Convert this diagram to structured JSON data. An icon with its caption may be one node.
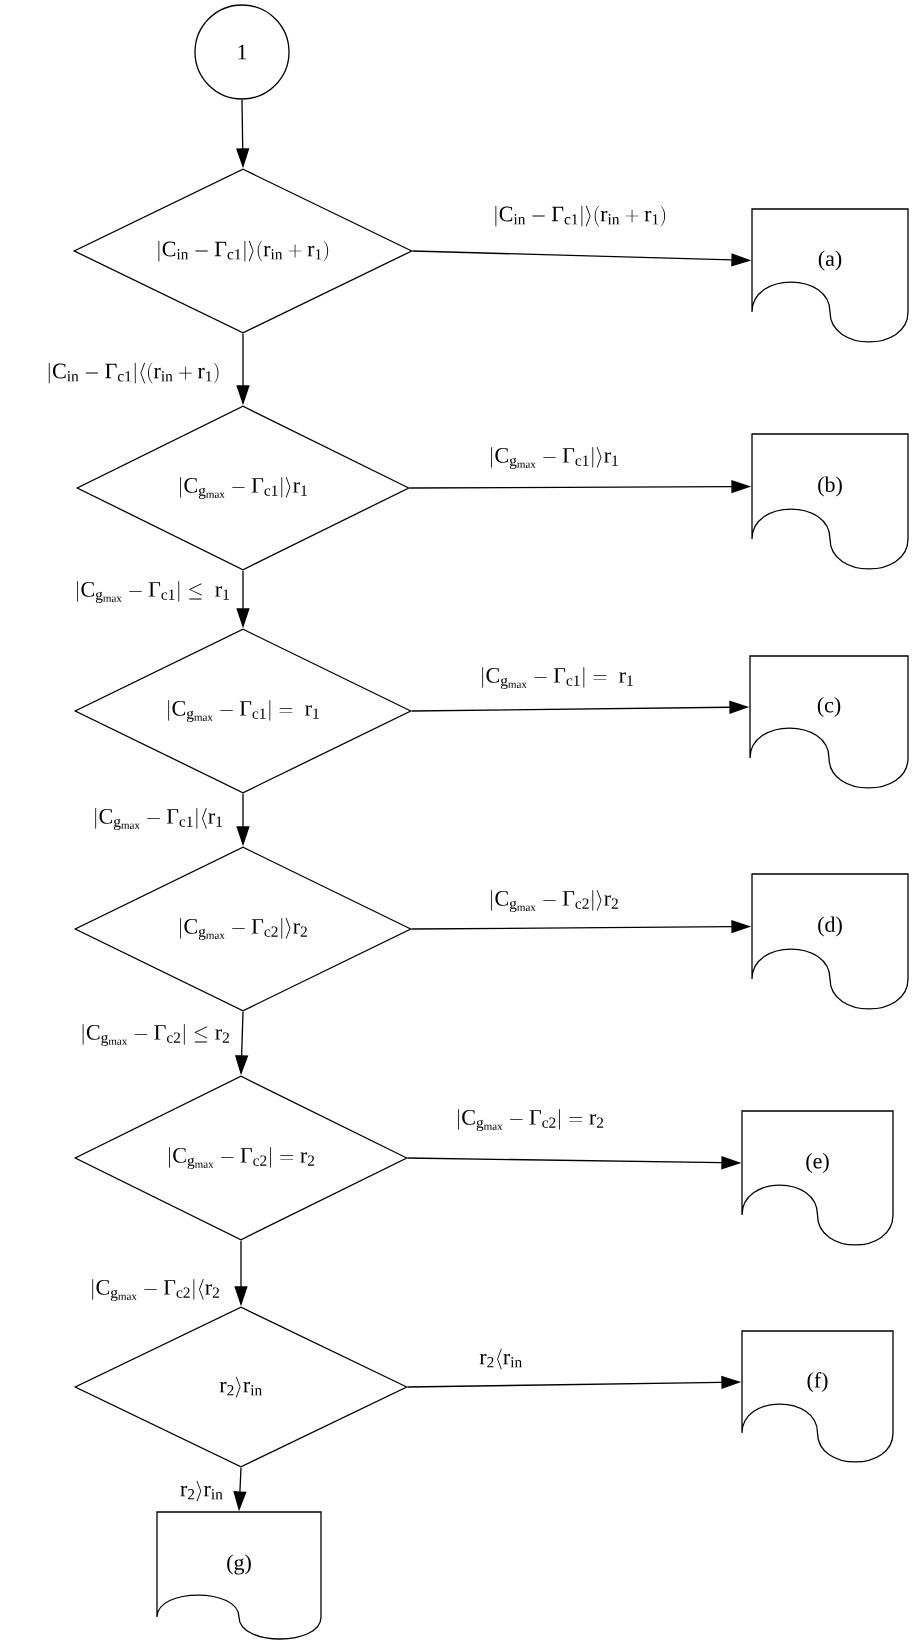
{
  "diagram": {
    "nodes": [
      {
        "text": [
          "1"
        ]
      },
      {
        "text": [
          "\\mathrm{\\bigl|C_{in}-\\hbox{Γ}_{c1}\\bigr|\\big\\rangle(r_{in}+r_1)}"
        ]
      },
      {
        "text": [
          "(a)"
        ]
      },
      {
        "text": [
          "\\mathrm{\\bigl|C_{g_{max}}-\\hbox{Γ}_{c1}\\bigr|\\big\\rangle r_1}"
        ]
      },
      {
        "text": [
          "(b)"
        ]
      },
      {
        "text": [
          "\\mathrm{\\bigl|C_{g_{max}}-\\hbox{Γ}_{c1}\\bigr|=\\ r_1}"
        ]
      },
      {
        "text": [
          "(c)"
        ]
      },
      {
        "text": [
          "\\mathrm{\\bigl|C_{g_{max}}-\\hbox{Γ}_{c2}\\bigr|\\big\\rangle r_2}"
        ]
      },
      {
        "text": [
          "(d)"
        ]
      },
      {
        "text": [
          "\\mathrm{\\bigl|C_{g_{max}}-\\hbox{Γ}_{c2}\\bigr|=r_2}"
        ]
      },
      {
        "text": [
          "(e)"
        ]
      },
      {
        "text": [
          "\\mathrm{r_2\\big\\rangle r_{in}}"
        ]
      },
      {
        "text": [
          "(f)"
        ]
      },
      {
        "text": [
          "(g)"
        ]
      }
    ],
    "edges": [
      {
        "from": 0,
        "to": 1,
        "arrow": "to"
      },
      {
        "from": 1,
        "to": 2,
        "arrow": "to",
        "label": "\\mathrm{\\bigl|C_{in}-\\hbox{Γ}_{c1}\\bigr|\\big\\rangle(r_{in}+r_1)}"
      },
      {
        "from": 1,
        "to": 3,
        "arrow": "to",
        "label": "\\mathrm{\\bigl|C_{in}-\\hbox{Γ}_{c1}\\bigr|\\big\\langle(r_{in}+r_1)}"
      },
      {
        "from": 3,
        "to": 4,
        "arrow": "to",
        "label": "\\mathrm{\\bigl|C_{g_{max}}-\\hbox{Γ}_{c1}\\bigr|\\big\\rangle r_1}"
      },
      {
        "from": 3,
        "to": 5,
        "arrow": "to",
        "label": "\\mathrm{\\bigl|C_{g_{max}}-\\hbox{Γ}_{c1}\\bigr|\\le\\ r_1}"
      },
      {
        "from": 5,
        "to": 6,
        "arrow": "to",
        "label": "\\mathrm{\\bigl|C_{g_{max}}-\\hbox{Γ}_{c1}\\bigr|=\\ r_1}"
      },
      {
        "from": 5,
        "to": 7,
        "arrow": "to",
        "label": "\\mathrm{\\bigl|C_{g_{max}}-\\hbox{Γ}_{c1}\\bigr|\\big\\langle r_1}"
      },
      {
        "from": 7,
        "to": 8,
        "arrow": "to",
        "label": "\\mathrm{\\bigl|C_{g_{max}}-\\hbox{Γ}_{c2}\\bigr|\\big\\rangle r_2}"
      },
      {
        "from": 7,
        "to": 9,
        "arrow": "to",
        "label": "\\mathrm{\\bigl|C_{g_{max}}-\\hbox{Γ}_{c2}\\bigr|\\le r_2}"
      },
      {
        "from": 9,
        "to": 10,
        "arrow": "to",
        "label": "\\mathrm{\\bigl|C_{g_{max}}-\\hbox{Γ}_{c2}\\bigr|=r_2}"
      },
      {
        "from": 9,
        "to": 11,
        "arrow": "to",
        "label": "\\mathrm{\\bigl|C_{g_{max}}-\\hbox{Γ}_{c2}\\bigr|\\big\\langle r_2}"
      },
      {
        "from": 11,
        "to": 12,
        "arrow": "to",
        "label": "\\mathrm{r_2\\big\\langle r_{in}}"
      },
      {
        "from": 11,
        "to": 13,
        "arrow": "to",
        "label": "\\mathrm{r_2\\big\\rangle r_{in}}"
      }
    ]
  }
}
